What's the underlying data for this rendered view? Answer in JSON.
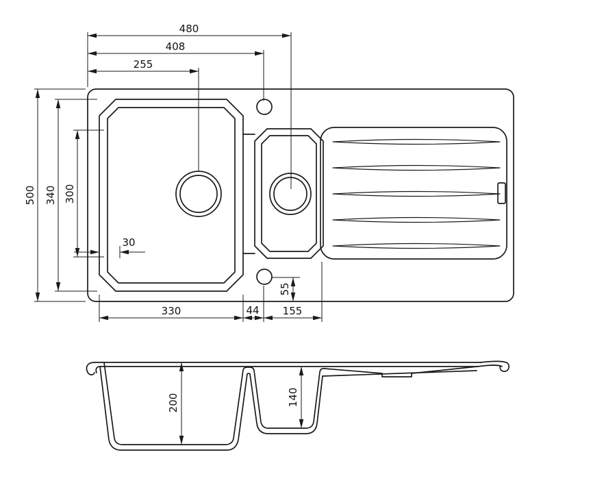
{
  "drawing": {
    "type": "technical-dimension-drawing",
    "subject": "kitchen sink with one-and-a-half bowls and drainboard, top view and section view",
    "dims": {
      "d480": "480",
      "d408": "408",
      "d255": "255",
      "d500": "500",
      "d340": "340",
      "d300": "300",
      "d30": "30",
      "d330": "330",
      "d44": "44",
      "d155": "155",
      "d55": "55",
      "d200": "200",
      "d140": "140"
    }
  }
}
